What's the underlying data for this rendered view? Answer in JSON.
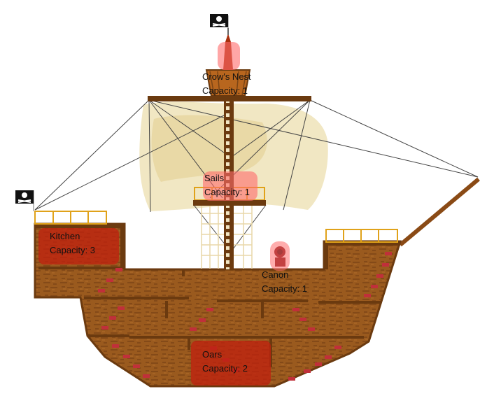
{
  "zones": {
    "crows_nest": {
      "name": "Crow's Nest",
      "capacity": "Capacity: 1"
    },
    "sails": {
      "name": "Sails",
      "capacity": "Capacity: 1"
    },
    "kitchen": {
      "name": "Kitchen",
      "capacity": "Capacity: 3"
    },
    "canon": {
      "name": "Canon",
      "capacity": "Capacity: 1"
    },
    "oars": {
      "name": "Oars",
      "capacity": "Capacity: 2"
    }
  },
  "icons": {
    "flag": "skull-crossbones-flag"
  },
  "colors": {
    "hull": "#9a5a1e",
    "hull_dark": "#6b3a0f",
    "rail": "#e0a21a",
    "sail": "#efe3b8",
    "zone_highlight": "#ff6a6a",
    "zone_active": "#c0200f",
    "mast": "#7a3e0f"
  }
}
